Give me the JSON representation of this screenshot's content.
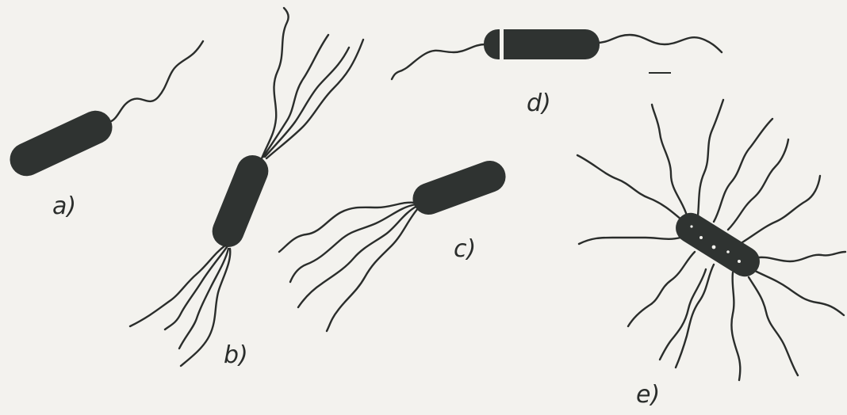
{
  "labels": {
    "a": "a)",
    "b": "b)",
    "c": "c)",
    "d": "d)",
    "e": "e)"
  },
  "colors": {
    "paper": "#f3f2ee",
    "ink": "#2f3331"
  }
}
